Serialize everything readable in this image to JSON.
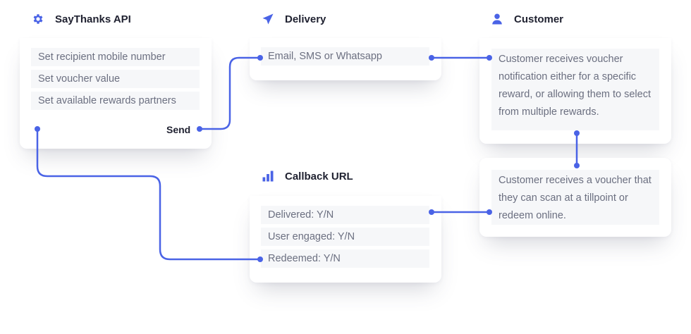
{
  "api": {
    "title": "SayThanks API",
    "icon": "gear-icon",
    "rows": [
      "Set recipient mobile number",
      "Set voucher value",
      "Set available rewards partners"
    ],
    "send_label": "Send"
  },
  "delivery": {
    "title": "Delivery",
    "icon": "paper-plane-icon",
    "rows": [
      "Email, SMS or Whatsapp"
    ]
  },
  "customer": {
    "title": "Customer",
    "icon": "user-icon",
    "notification": "Customer receives voucher notification either for a specific reward, or allowing them to select from multiple rewards.",
    "voucher": "Customer receives a voucher that they can scan at a tillpoint or redeem online."
  },
  "callback": {
    "title": "Callback URL",
    "icon": "bar-chart-icon",
    "rows": [
      "Delivered: Y/N",
      "User engaged: Y/N",
      "Redeemed: Y/N"
    ]
  },
  "colors": {
    "accent": "#4a63e6",
    "title_text": "#1f2130",
    "body_text": "#6b6f80",
    "row_bg": "#f6f7f9"
  }
}
